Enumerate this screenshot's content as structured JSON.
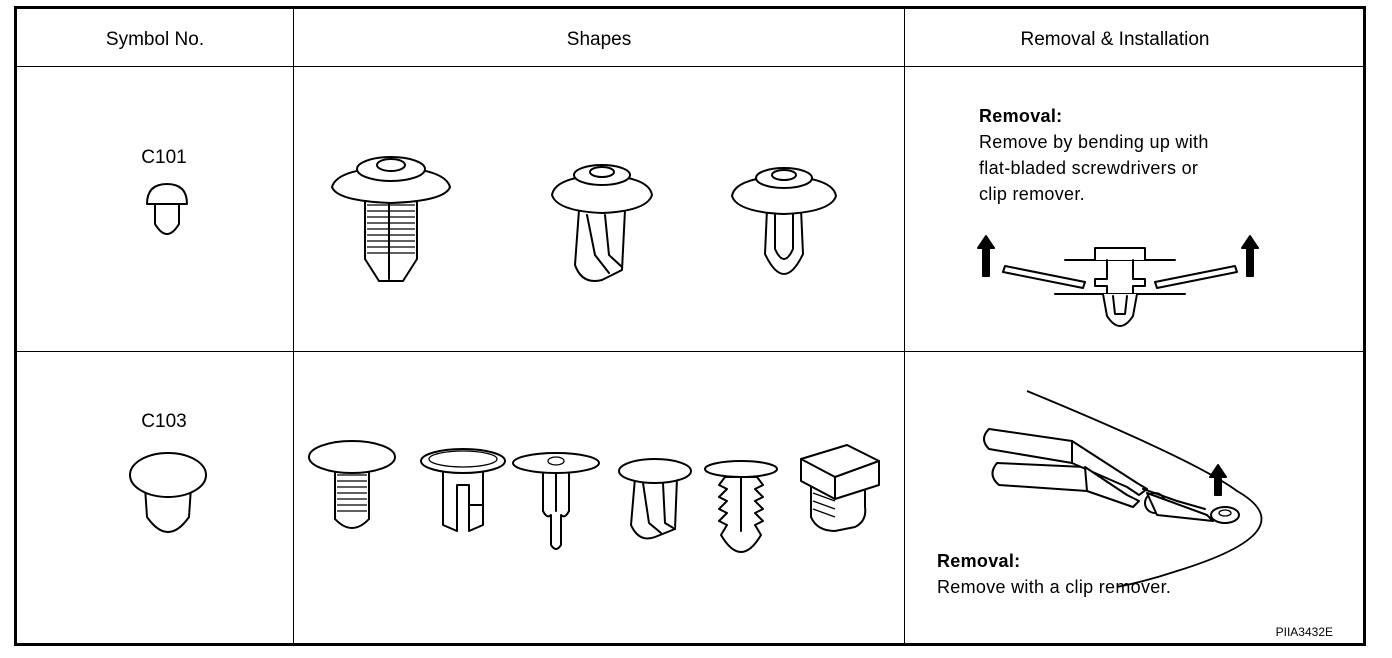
{
  "header": {
    "symbol_no": "Symbol No.",
    "shapes": "Shapes",
    "removal_installation": "Removal & Installation"
  },
  "rows": [
    {
      "symbol": "C101",
      "removal_title": "Removal:",
      "removal_lines": [
        "Remove by bending up with",
        "flat-bladed screwdrivers or",
        "clip remover."
      ]
    },
    {
      "symbol": "C103",
      "removal_title": "Removal:",
      "removal_lines": [
        "Remove with a clip remover."
      ]
    }
  ],
  "figure_code": "PIIA3432E"
}
